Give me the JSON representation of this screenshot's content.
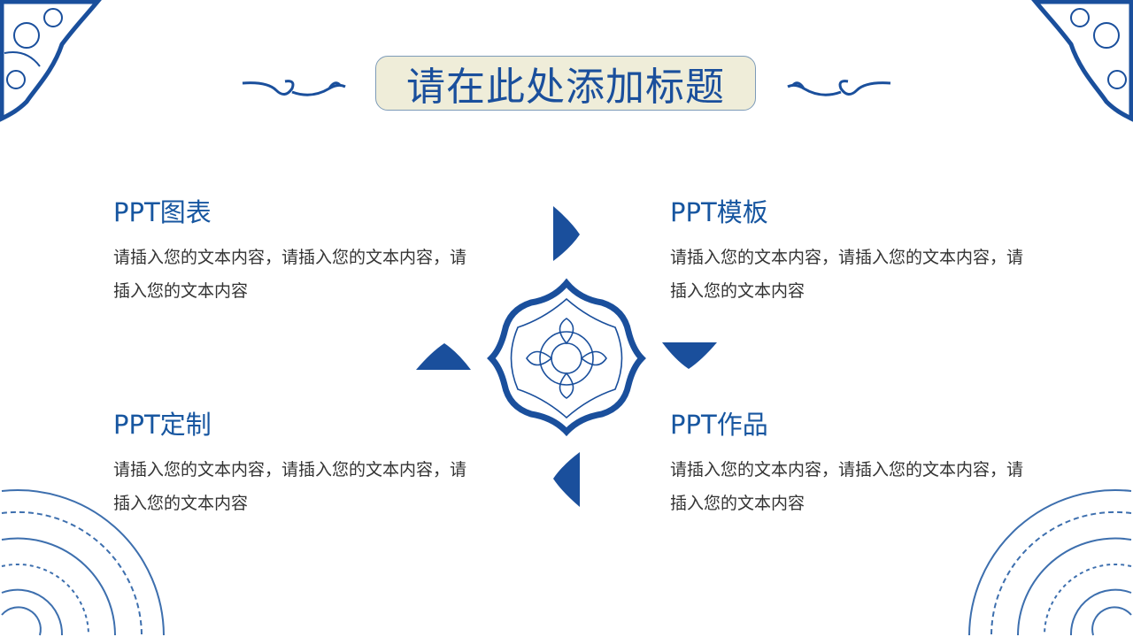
{
  "title": "请在此处添加标题",
  "colors": {
    "accent": "#0d4ea0",
    "title_bg": "#efedd9",
    "text": "#333333"
  },
  "sections": [
    {
      "heading": "PPT图表",
      "body": "请插入您的文本内容，请插入您的文本内容，请插入您的文本内容"
    },
    {
      "heading": "PPT模板",
      "body": "请插入您的文本内容，请插入您的文本内容，请插入您的文本内容"
    },
    {
      "heading": "PPT定制",
      "body": "请插入您的文本内容，请插入您的文本内容，请插入您的文本内容"
    },
    {
      "heading": "PPT作品",
      "body": "请插入您的文本内容，请插入您的文本内容，请插入您的文本内容"
    }
  ]
}
